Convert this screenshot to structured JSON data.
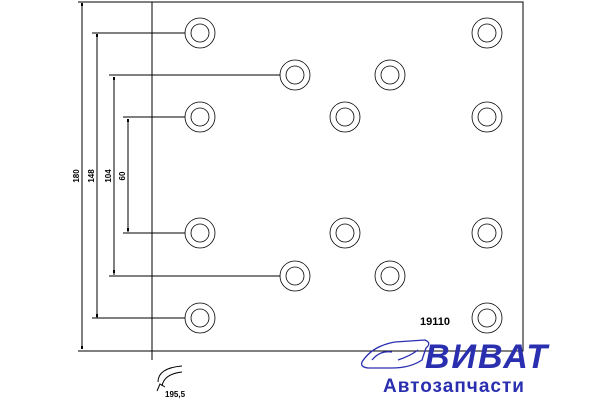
{
  "drawing": {
    "part_number": "19110",
    "dimensions": {
      "d180": "180",
      "d148": "148",
      "d104": "104",
      "d60": "60",
      "arc": "195,5"
    }
  },
  "logo": {
    "brand": "ВИВАТ",
    "subtitle": "Автозапчасти",
    "color": "#2a2fb0"
  }
}
